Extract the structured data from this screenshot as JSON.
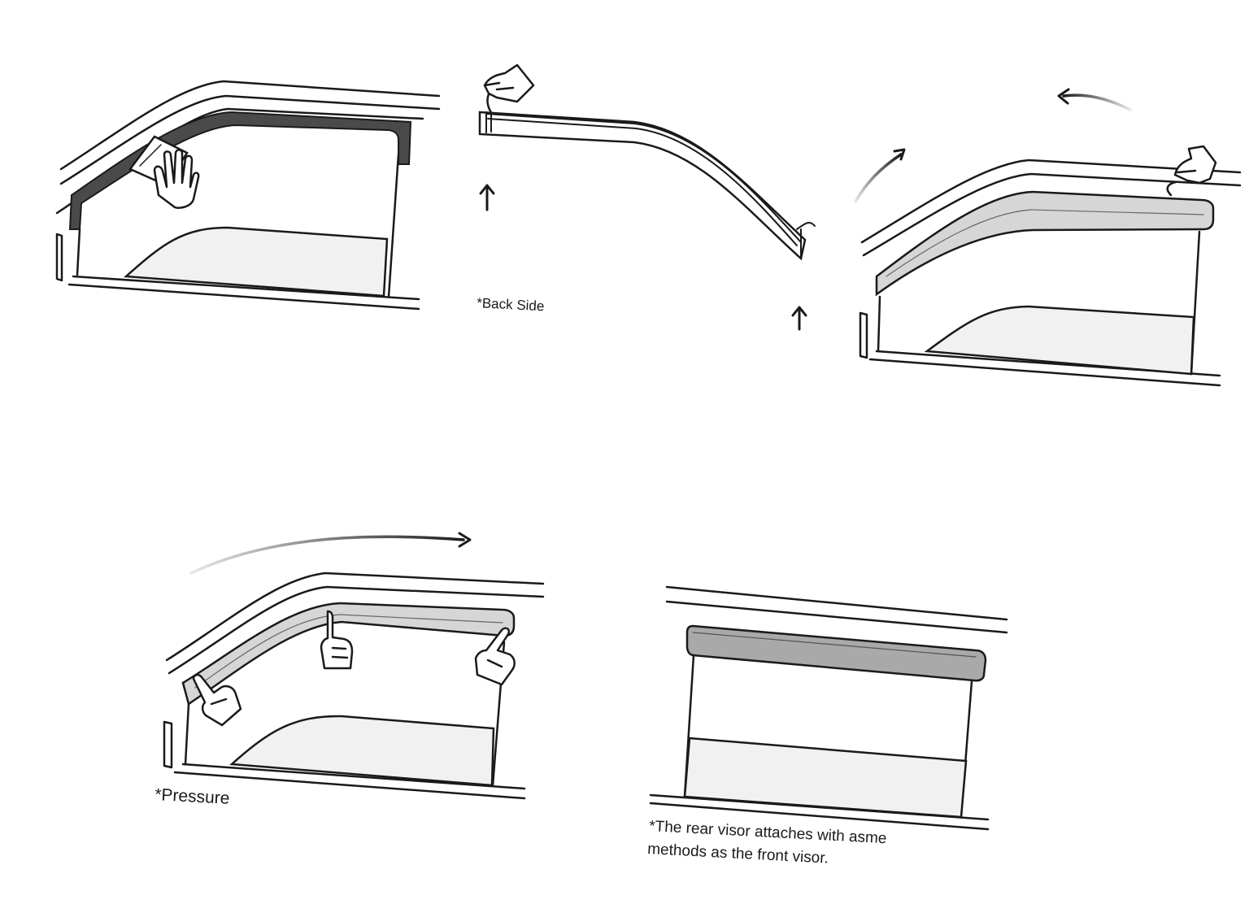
{
  "labels": {
    "back_side": "*Back Side",
    "pressure": "*Pressure",
    "rear_note_line1": "*The rear visor attaches with asme",
    "rear_note_line2": "methods as the front visor."
  },
  "colors": {
    "ink": "#1a1a1a",
    "tape": "#4a4a4a",
    "visor": "#d6d6d6",
    "rear_visor": "#a9a9a9",
    "glass": "#f1f1f1"
  }
}
